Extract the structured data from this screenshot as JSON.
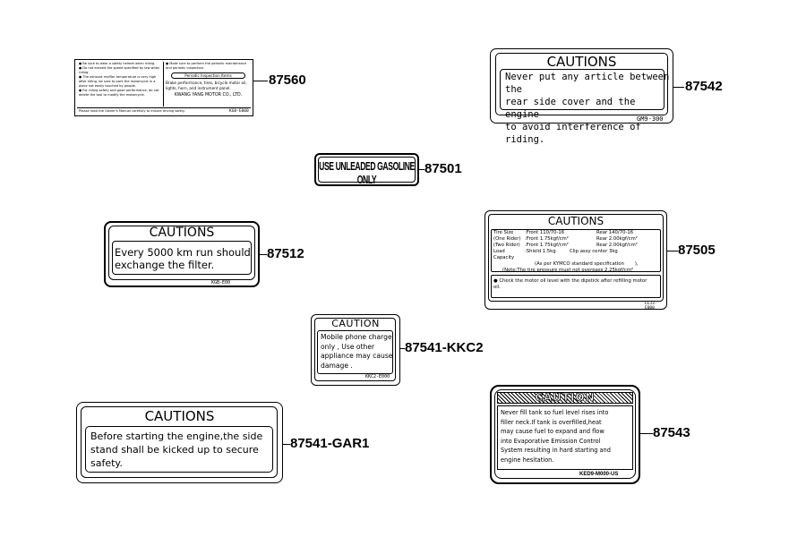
{
  "labels": {
    "l87560": {
      "part": "87560",
      "left_lines": [
        "Be sure to wear a safety helmet when riding.",
        "Do not exceed the speed specified by law when riding.",
        "The exhaust muffler temperature is very high after riding, be sure to park the motorcycle in a place not easily touched by people.",
        "For riding safety and good performance, do not delete the tool to modify the motorcycle."
      ],
      "right_top": "Make sure to perform the periodic maintenance and periodic inspection.",
      "right_box": "Periodic Inspection Items",
      "right_body": "Brake performance, tires, bicycle motor oil, lights, horn, and instrument panel.",
      "company": "KWANG YANG MOTOR CO., LTD.",
      "footer": "Please read the Owner's Manual carefully to ensure driving safely.",
      "code": "KG8-E000"
    },
    "l87542": {
      "part": "87542",
      "title": "CAUTIONS",
      "lines": [
        "Never put any article between the",
        "rear side cover and the engine",
        "to avoid interference of riding."
      ],
      "code": "GM9-300"
    },
    "l87501": {
      "part": "87501",
      "text": "USE UNLEADED GASOLINE ONLY"
    },
    "l87512": {
      "part": "87512",
      "title": "CAUTIONS",
      "lines": [
        "Every 5000 km run should",
        "exchange the filter."
      ],
      "code": "KGB-E00"
    },
    "l87505": {
      "part": "87505",
      "title": "CAUTIONS",
      "rows": [
        [
          "Tire Size",
          ":Front 110/70-16",
          "Rear 140/70-16"
        ],
        [
          "(One Rider)",
          ":Front 1.75kgf/cm²",
          "Rear 2.00kgf/cm²"
        ],
        [
          "(Two Rider)",
          ":Front 1.75kgf/cm²",
          "Rear 2.00kgf/cm²"
        ],
        [
          "Load Capacity",
          ":Shield 1.5kg",
          "Clip assy center 3kg"
        ]
      ],
      "spec": "(As per KYMCO standard specification",
      "note": "(Note:The tire pressure must not overpass 2.25kgf/cm²",
      "bullet": "Check the motor oil level with the dipstick after refilling motor oil.",
      "code": "LLJ3-E000"
    },
    "kkc2": {
      "part": "87541-KKC2",
      "title": "CAUTION",
      "lines": [
        "Mobile phone charge",
        "only , Use other",
        "appliance may cause",
        "damage ."
      ],
      "code": "KKC2-E000"
    },
    "gar1": {
      "part": "87541-GAR1",
      "title": "CAUTIONS",
      "lines": [
        "Before starting the engine,the side",
        "stand shall be kicked up to secure",
        "safety."
      ]
    },
    "l87543": {
      "part": "87543",
      "title": "CAUTION",
      "lines": [
        "Never fill tank so fuel level rises into",
        "filler neck.If tank is overfilled,heat",
        "may cause fuel to expand and flow",
        "into Evaporative Emission Control",
        "System resulting in hard starting and",
        "engine hesitation."
      ],
      "code": "KED9-M000-US"
    }
  }
}
